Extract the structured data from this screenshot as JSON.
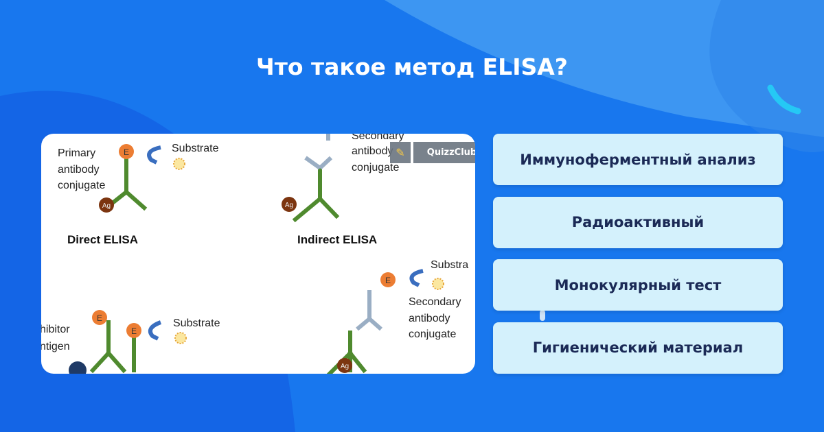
{
  "question": "Что такое метод ELISA?",
  "image": {
    "watermark": "QuizzClub",
    "labels": {
      "primary": [
        "Primary",
        "antibody",
        "conjugate"
      ],
      "substrate": "Substrate",
      "substrate_cut": "Substra",
      "secondary": [
        "Secondary",
        "antibody",
        "conjugate"
      ],
      "direct": "Direct ELISA",
      "indirect": "Indirect ELISA",
      "inhibitor": [
        "hibitor",
        "ntigen"
      ],
      "e": "E",
      "ag": "Ag"
    }
  },
  "answers": [
    "Иммуноферментный анализ",
    "Радиоактивный",
    "Монокулярный тест",
    "Гигиенический материал"
  ]
}
